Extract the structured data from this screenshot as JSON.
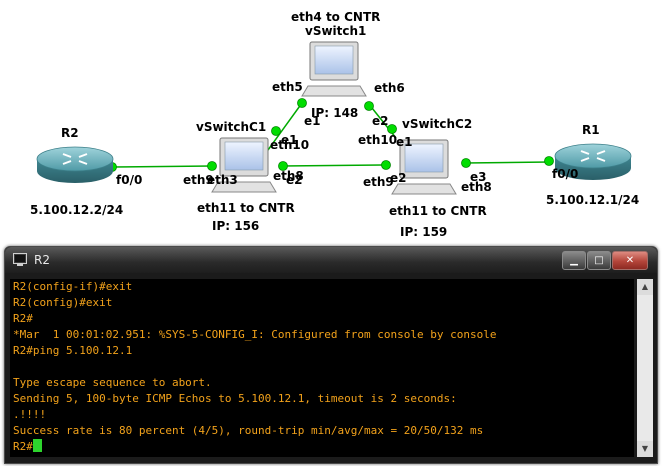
{
  "topology": {
    "devices": {
      "r2": {
        "name": "R2",
        "ip": "5.100.12.2/24"
      },
      "r1": {
        "name": "R1",
        "ip": "5.100.12.1/24"
      },
      "vswitch1": {
        "name": "vSwitch1",
        "note": "eth4 to CNTR",
        "ip": "IP: 148"
      },
      "vswitchc1": {
        "name": "vSwitchC1",
        "note": "eth11 to CNTR",
        "ip": "IP: 156"
      },
      "vswitchc2": {
        "name": "vSwitchC2",
        "note": "eth11 to CNTR",
        "ip": "IP: 159"
      }
    },
    "ports": {
      "r2_f00": "f0/0",
      "vc1_eth3": "eth3",
      "vc1_eth9": "eth9",
      "vc1_eth10": "eth10",
      "vc1_e1": "e1",
      "vc1_eth8": "eth8",
      "vc1_e2": "e2",
      "vs1_eth5": "eth5",
      "vs1_e1": "e1",
      "vs1_eth6": "eth6",
      "vs1_e2": "e2",
      "vc2_eth10": "eth10",
      "vc2_e1": "e1",
      "vc2_eth9": "eth9",
      "vc2_e2": "e2",
      "vc2_e3": "e3",
      "vc2_eth8": "eth8",
      "r1_f00": "f0/0"
    },
    "link_color": "#00aa00",
    "port_dot_color": "#00dd00"
  },
  "console": {
    "title": "R2",
    "buttons": {
      "minimize": "▁",
      "maximize": "□",
      "close": "✕"
    },
    "lines": [
      "R2(config-if)#exit",
      "R2(config)#exit",
      "R2#",
      "*Mar  1 00:01:02.951: %SYS-5-CONFIG_I: Configured from console by console",
      "R2#ping 5.100.12.1",
      "",
      "Type escape sequence to abort.",
      "Sending 5, 100-byte ICMP Echos to 5.100.12.1, timeout is 2 seconds:",
      ".!!!!",
      "Success rate is 80 percent (4/5), round-trip min/avg/max = 20/50/132 ms"
    ],
    "prompt": "R2#",
    "text_color": "#f2a21b",
    "cursor_color": "#2dd52d"
  }
}
